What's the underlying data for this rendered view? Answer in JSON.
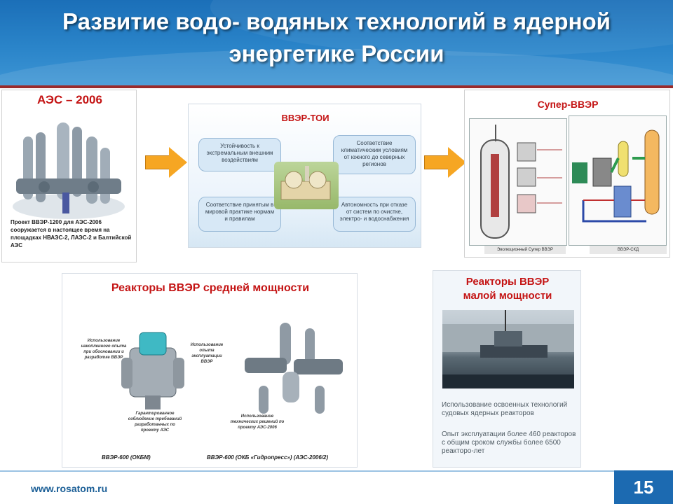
{
  "header": {
    "title_line1": "Развитие водо- водяных технологий в ядерной",
    "title_line2": "энергетике России"
  },
  "panel_aes2006": {
    "title": "АЭС – 2006",
    "caption": "Проект ВВЭР-1200 для АЭС-2006 сооружается в настоящее время на площадках НВАЭС-2, ЛАЭС-2 и Балтийской АЭС"
  },
  "panel_vver_toi": {
    "title": "ВВЭР-ТОИ",
    "box_tl": "Устойчивость к экстремальным внешним воздействиям",
    "box_tr": "Соответствие климатическим условиям от южного до северных регионов",
    "box_bl": "Соответствие принятым в мировой практике нормам и правилам",
    "box_br": "Автономность при отказе от систем по очистке, электро- и водоснабжения"
  },
  "panel_super_vver": {
    "title": "Супер-ВВЭР",
    "caption_left": "Эволюционный Супер ВВЭР",
    "caption_right": "ВВЭР-СКД"
  },
  "panel_medium": {
    "title": "Реакторы ВВЭР средней мощности",
    "note_left": "Использование накопленного опыта при обосновании и разработке ВВЭР",
    "note_right": "Использование опыта эксплуатации ВВЭР",
    "note_bl": "Гарантированное соблюдение требований разработанных по проекту АЭС",
    "note_br": "Использование технических решений по проекту АЭС-2006",
    "label_left": "ВВЭР-600 (ОКБМ)",
    "label_right": "ВВЭР-600 (ОКБ «Гидропресс») (АЭС-2006/2)"
  },
  "panel_small": {
    "title_line1": "Реакторы ВВЭР",
    "title_line2": "малой мощности",
    "text1": "Использование освоенных технологий судовых ядерных реакторов",
    "text2": "Опыт эксплуатации более 460 реакторов с общим сроком службы более 6500 реакторо-лет"
  },
  "footer": {
    "url": "www.rosatom.ru",
    "page": "15"
  },
  "colors": {
    "header_blue": "#2a84c9",
    "title_red": "#c41414",
    "arrow_orange": "#f6a623",
    "footer_blue": "#1c6ab1"
  }
}
